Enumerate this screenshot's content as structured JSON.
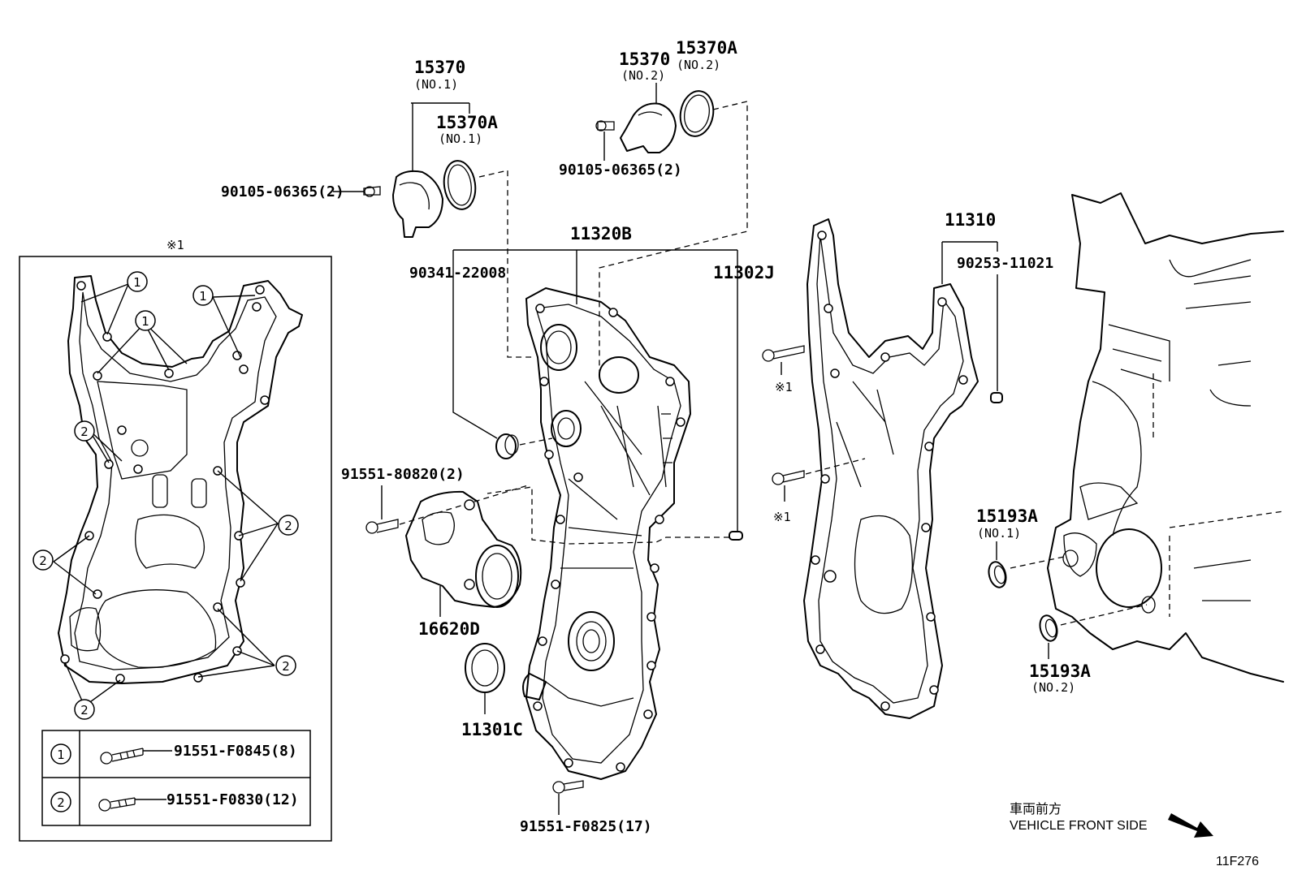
{
  "parts": {
    "p15370_no1": "15370",
    "p15370_no1_sub": "(NO.1)",
    "p15370a_no1": "15370A",
    "p15370a_no1_sub": "(NO.1)",
    "p15370_no2": "15370",
    "p15370_no2_sub": "(NO.2)",
    "p15370a_no2": "15370A",
    "p15370a_no2_sub": "(NO.2)",
    "bolt_90105_left": "90105-06365(2)",
    "bolt_90105_right": "90105-06365(2)",
    "p11320b": "11320B",
    "p90341": "90341-22008",
    "p11302j": "11302J",
    "p11310": "11310",
    "p90253": "90253-11021",
    "bolt_91551_80820": "91551-80820(2)",
    "p16620d": "16620D",
    "p11301c": "11301C",
    "bolt_91551_f0825": "91551-F0825(17)",
    "p15193a_no1": "15193A",
    "p15193a_no1_sub": "(NO.1)",
    "p15193a_no2": "15193A",
    "p15193a_no2_sub": "(NO.2)",
    "note_mark_1": "※1",
    "note_mark_2": "※1"
  },
  "inset": {
    "title": "※1",
    "callout_1": "1",
    "callout_2": "2",
    "legend": [
      {
        "key": "1",
        "part": "91551-F0845(8)"
      },
      {
        "key": "2",
        "part": "91551-F0830(12)"
      }
    ]
  },
  "footer": {
    "direction_jp": "車両前方",
    "direction_en": "VEHICLE FRONT SIDE",
    "figure_code": "11F276"
  }
}
